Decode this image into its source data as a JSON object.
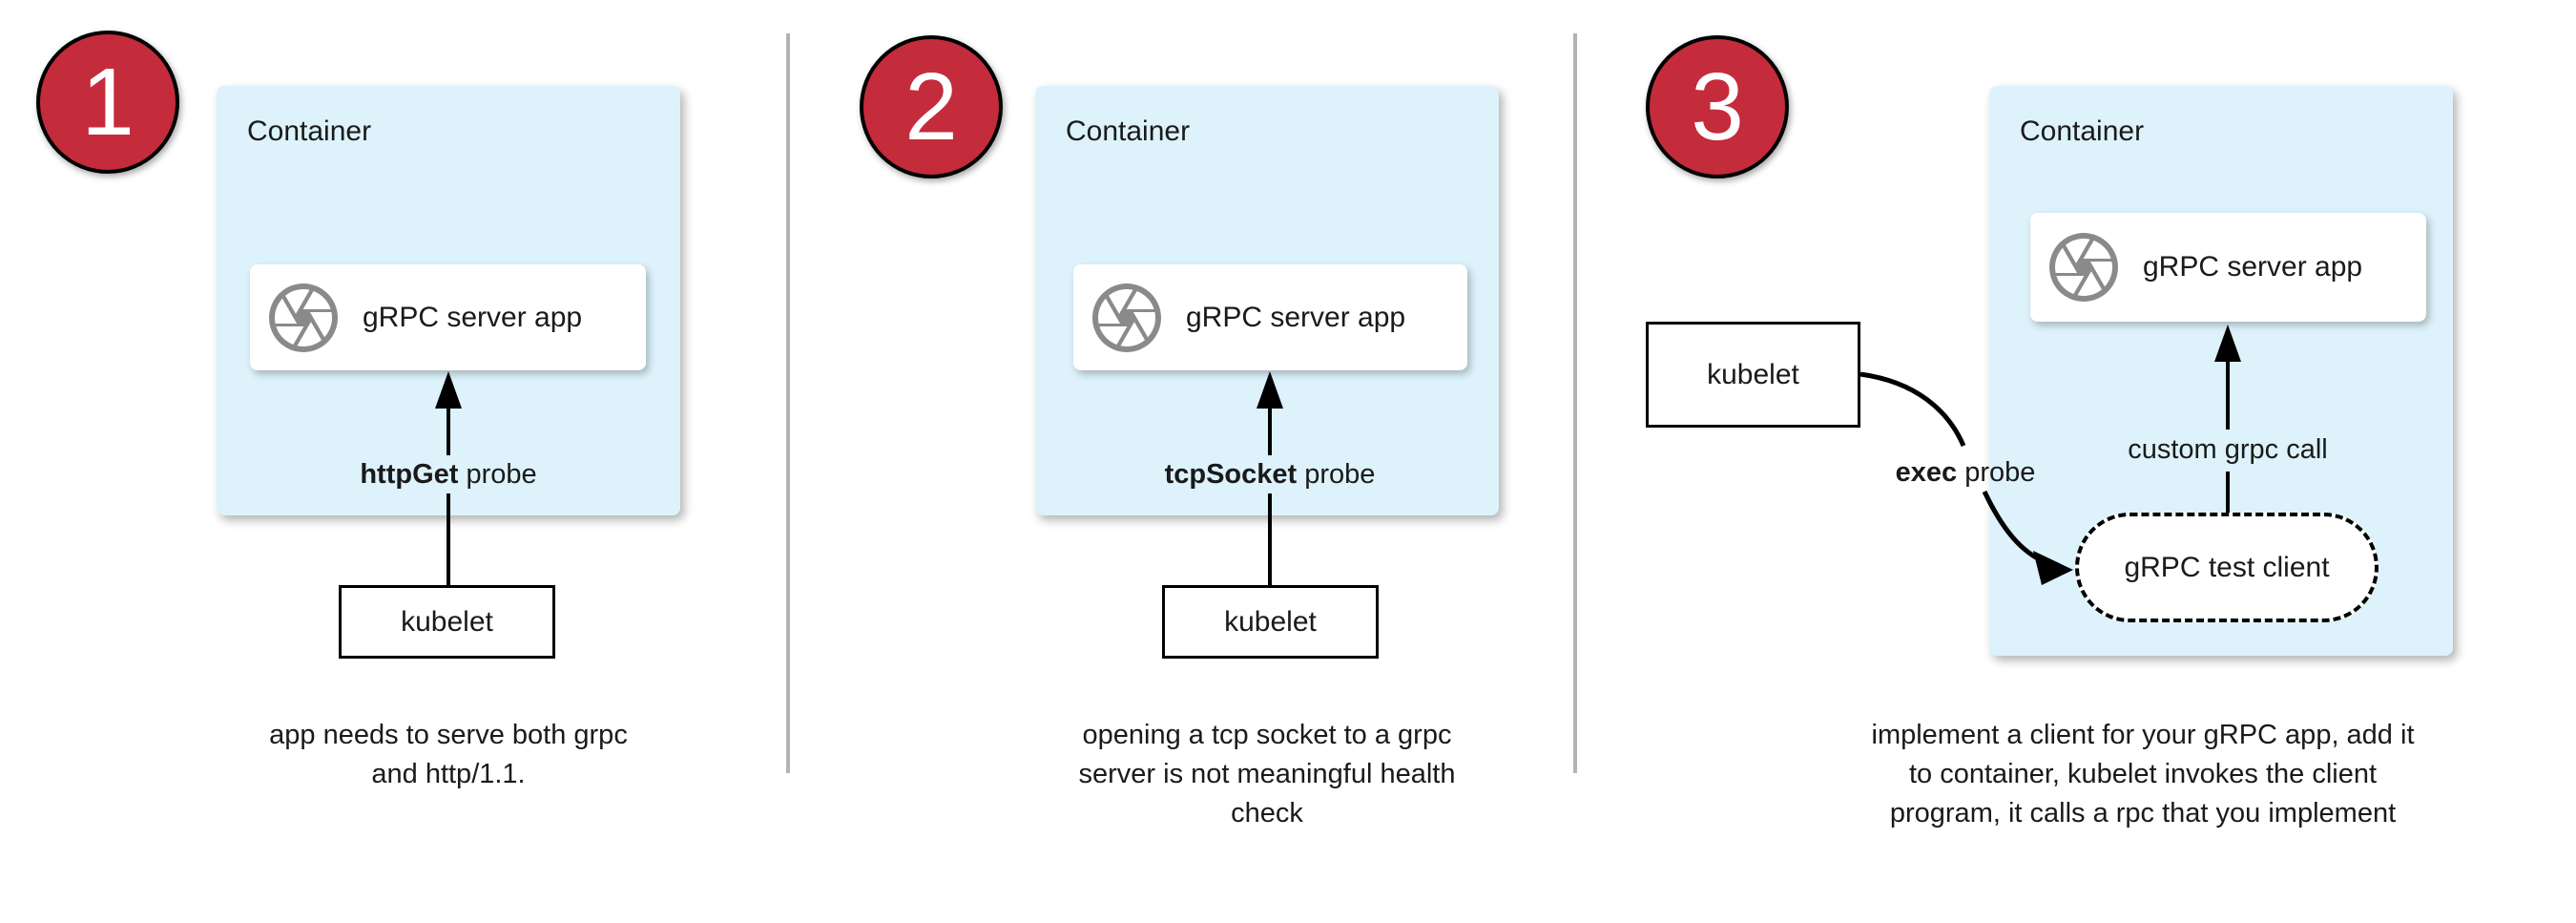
{
  "colors": {
    "container_fill": "#ddf2fb",
    "step_circle_red": "#c42b3b",
    "icon_gray": "#8a8a8a",
    "divider_gray": "#b3b3b3",
    "arrow_black": "#000000",
    "text_black": "#1a1a1a"
  },
  "panels": [
    {
      "step_number": "1",
      "container_label": "Container",
      "app_icon": "aperture-icon",
      "app_label": "gRPC server app",
      "probe_label_bold": "httpGet",
      "probe_label_rest": " probe",
      "kubelet_label": "kubelet",
      "caption_lines": [
        "app needs to serve both grpc",
        "and http/1.1."
      ]
    },
    {
      "step_number": "2",
      "container_label": "Container",
      "app_icon": "aperture-icon",
      "app_label": "gRPC server app",
      "probe_label_bold": "tcpSocket",
      "probe_label_rest": " probe",
      "kubelet_label": "kubelet",
      "caption_lines": [
        "opening a tcp socket to a grpc",
        "server is not meaningful health",
        "check"
      ]
    },
    {
      "step_number": "3",
      "container_label": "Container",
      "app_icon": "aperture-icon",
      "app_label": "gRPC server app",
      "probe_label_bold": "exec",
      "probe_label_rest": " probe",
      "kubelet_label": "kubelet",
      "custom_call_label": "custom grpc call",
      "test_client_label": "gRPC test client",
      "caption_lines": [
        "implement a client for your gRPC app, add it",
        "to container, kubelet invokes the client",
        "program, it calls a rpc that you implement"
      ]
    }
  ]
}
